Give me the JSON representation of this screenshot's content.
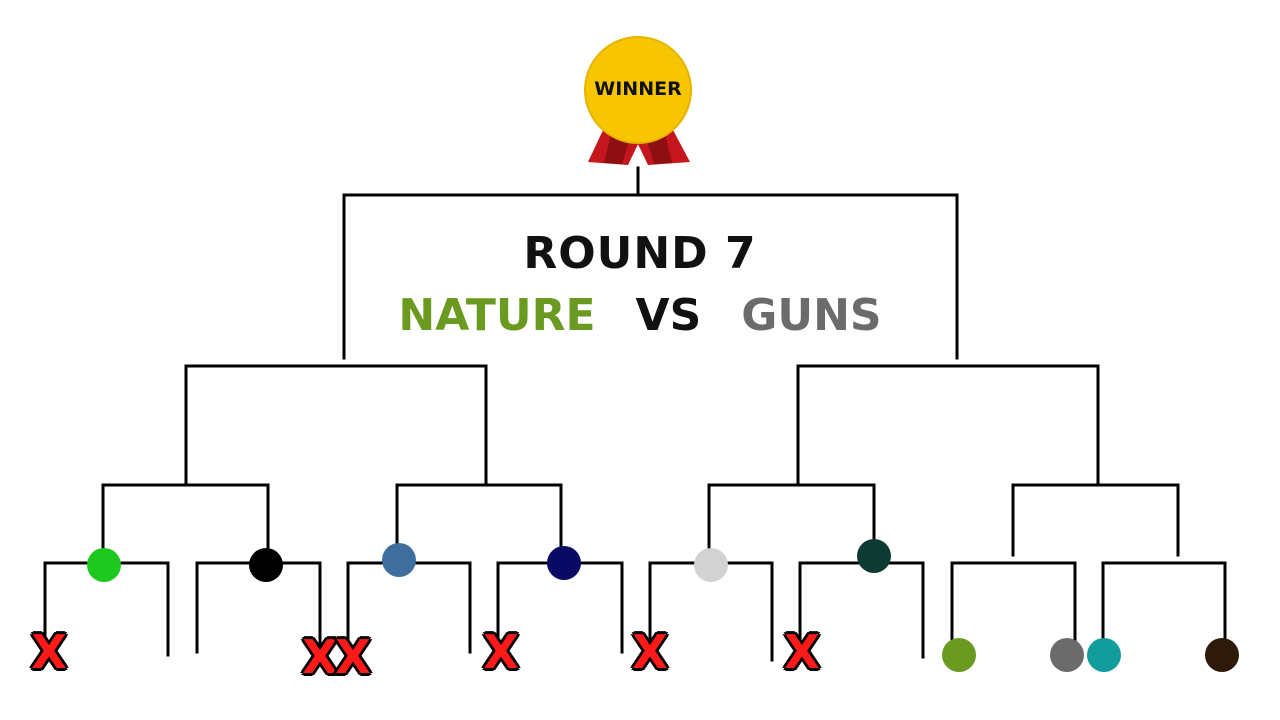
{
  "medal": {
    "label": "WINNER",
    "color": "#f7c600",
    "ribbon_color": "#c4161c"
  },
  "round": {
    "title": "ROUND 7"
  },
  "matchup": {
    "left": "NATURE",
    "left_color": "#6a9a1f",
    "vs": "VS",
    "right": "GUNS",
    "right_color": "#6b6b6b"
  },
  "eliminated_mark": "X",
  "line_color": "#000000",
  "contestant_colors": {
    "round_of_16": [
      "#1ec81e",
      "#000000",
      "#3e6e9e",
      "#0a0a64",
      "#d2d2d2",
      "#0e3a34"
    ],
    "remaining": [
      "#6a9a1f",
      "#6b6b6b",
      "#129c9c",
      "#2e1a08"
    ]
  }
}
